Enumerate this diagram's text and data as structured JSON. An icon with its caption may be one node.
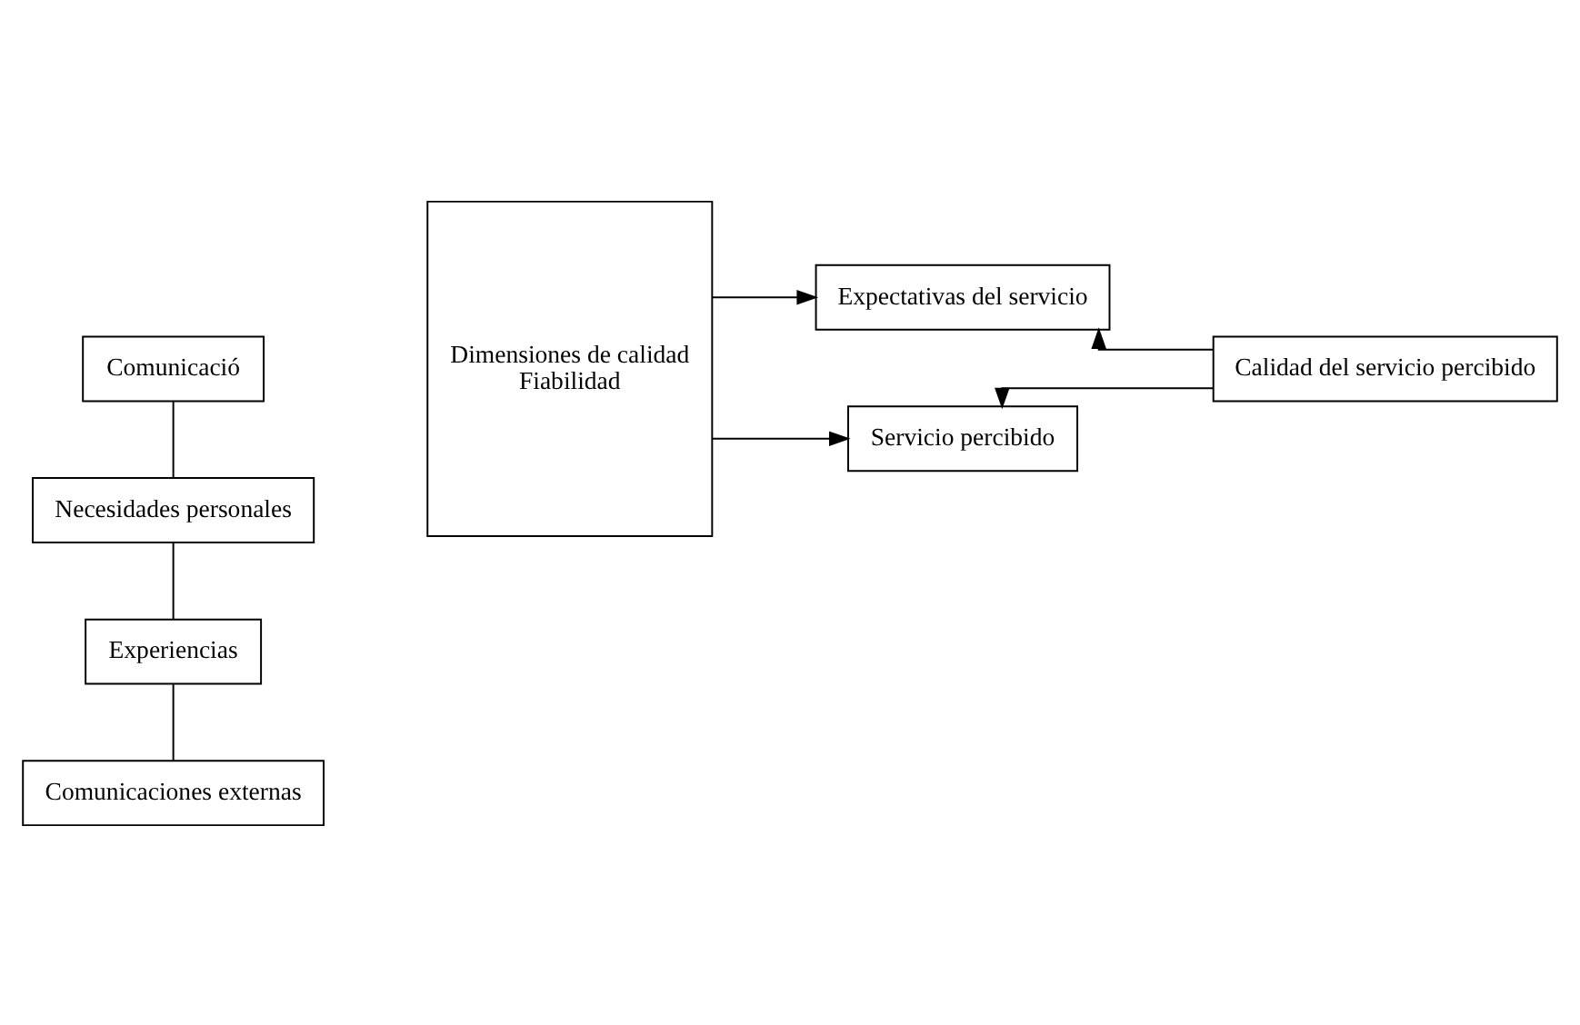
{
  "diagram": {
    "nodes": [
      {
        "text": [
          "Comunicació"
        ]
      },
      {
        "text": [
          "Necesidades personales"
        ]
      },
      {
        "text": [
          "Experiencias"
        ]
      },
      {
        "text": [
          "Comunicaciones externas"
        ]
      },
      {
        "text": [
          "Dimensiones de calidad",
          "Fiabilidad"
        ]
      },
      {
        "text": [
          "Expectativas del servicio"
        ]
      },
      {
        "text": [
          "Servicio percibido"
        ]
      },
      {
        "text": [
          "Calidad del servicio percibido"
        ]
      }
    ],
    "edges": [
      {
        "from": 0,
        "to": 1,
        "arrow": "none"
      },
      {
        "from": 1,
        "to": 2,
        "arrow": "none"
      },
      {
        "from": 2,
        "to": 3,
        "arrow": "none"
      },
      {
        "from": 4,
        "to": 5,
        "arrow": "to"
      },
      {
        "from": 4,
        "to": 6,
        "arrow": "to"
      },
      {
        "from": 7,
        "to": 5,
        "arrow": "to"
      },
      {
        "from": 7,
        "to": 6,
        "arrow": "to"
      }
    ]
  }
}
